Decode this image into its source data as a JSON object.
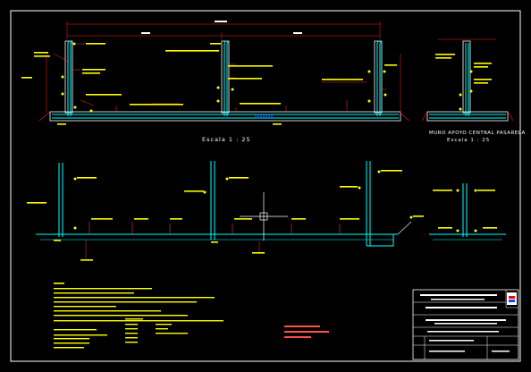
{
  "drawing": {
    "section_main_scale": "Escala  1 : 25",
    "section_side_title": "MURO APOYO CENTRAL PASARELA",
    "section_side_scale": "Escala  1 : 25"
  },
  "colors": {
    "background": "#000000",
    "frame": "#ffffff",
    "rebar": "#00ffff",
    "concrete": "#ffffff",
    "dimension": "#ff2020",
    "annotation": "#ffff00",
    "leader": "#ff3030",
    "hatch": "#2020ff",
    "note": "#ffff00",
    "legend_highlight": "#ff5050",
    "logo_red": "#ff0000",
    "logo_blue": "#2040ff"
  },
  "icons": {
    "crosshair": "crosshair-cursor-icon",
    "logo": "titleblock-logo-icon"
  }
}
